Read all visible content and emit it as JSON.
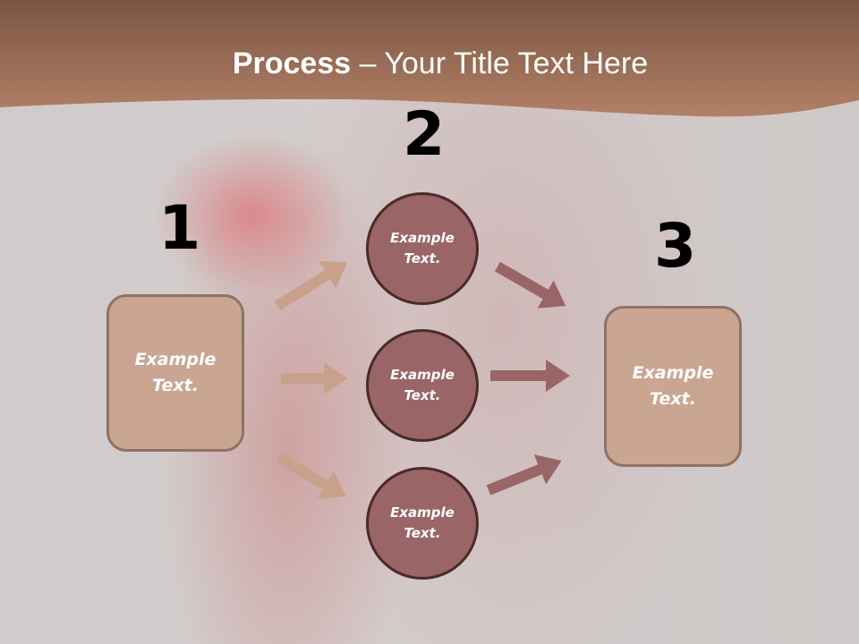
{
  "title": {
    "bold": "Process",
    "rest": " – Your Title Text Here"
  },
  "steps": [
    {
      "number": "1",
      "label": "Example Text."
    },
    {
      "number": "2",
      "label": "Example Text."
    },
    {
      "number": "3",
      "label": "Example Text."
    }
  ],
  "left_box": {
    "line1": "Example",
    "line2": "Text."
  },
  "circles": [
    {
      "line1": "Example",
      "line2": "Text."
    },
    {
      "line1": "Example",
      "line2": "Text."
    },
    {
      "line1": "Example",
      "line2": "Text."
    }
  ],
  "right_box": {
    "line1": "Example",
    "line2": "Text."
  },
  "colors": {
    "header_dark": "#7a5240",
    "header_light": "#b5846a",
    "box_fill": "#c9a592",
    "box_border": "#8f7264",
    "circle_fill": "#9a6566",
    "circle_border": "#4a2a2a",
    "arrow_left": "#c9a08a",
    "arrow_right": "#9a6566"
  }
}
